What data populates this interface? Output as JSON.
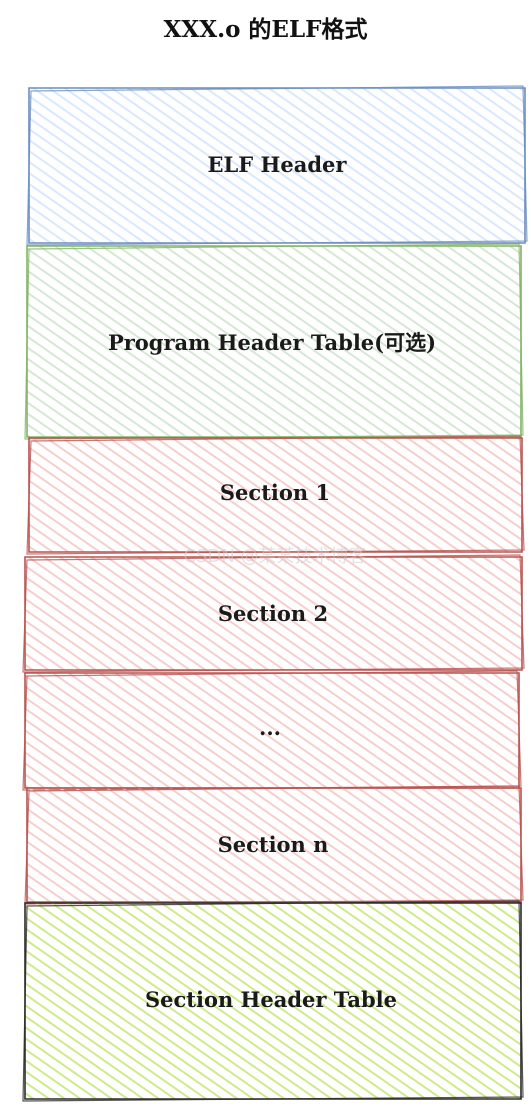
{
  "title": "XXX.o 的ELF格式",
  "colors": {
    "blue_stroke": "#6c8ebf",
    "blue_fill": "#dae8fc",
    "green_stroke": "#82b366",
    "green_fill": "#d5e8d4",
    "red_stroke": "#b85450",
    "red_fill": "#f8cecc",
    "black_stroke": "#2b2b2b",
    "lime_fill": "#cdeb8b"
  },
  "blocks": [
    {
      "id": "elf-header",
      "label": "ELF Header",
      "stroke": "blue_stroke",
      "fill": "blue_fill"
    },
    {
      "id": "program-header-table",
      "label": "Program Header Table(可选)",
      "stroke": "green_stroke",
      "fill": "green_fill"
    },
    {
      "id": "section-1",
      "label": "Section 1",
      "stroke": "red_stroke",
      "fill": "red_fill"
    },
    {
      "id": "section-2",
      "label": "Section 2",
      "stroke": "red_stroke",
      "fill": "red_fill"
    },
    {
      "id": "section-ellipsis",
      "label": "...",
      "stroke": "red_stroke",
      "fill": "red_fill"
    },
    {
      "id": "section-n",
      "label": "Section n",
      "stroke": "red_stroke",
      "fill": "red_fill"
    },
    {
      "id": "section-header-table",
      "label": "Section Header Table",
      "stroke": "black_stroke",
      "fill": "lime_fill"
    }
  ],
  "watermark": "CSDN @某某技术博客"
}
